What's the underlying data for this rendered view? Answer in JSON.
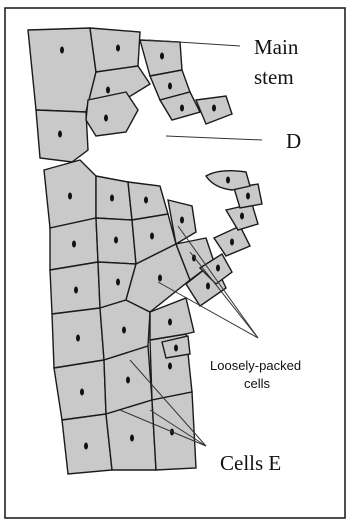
{
  "labels": {
    "main_stem_line1": "Main",
    "main_stem_line2": "stem",
    "d": "D",
    "loosely_line1": "Loosely-packed",
    "loosely_line2": "cells",
    "cells_e": "Cells E"
  },
  "colors": {
    "cell_fill": "#c9c9c9",
    "cell_outline": "#1a1a1a",
    "nucleus": "#111111",
    "background": "#ffffff"
  }
}
